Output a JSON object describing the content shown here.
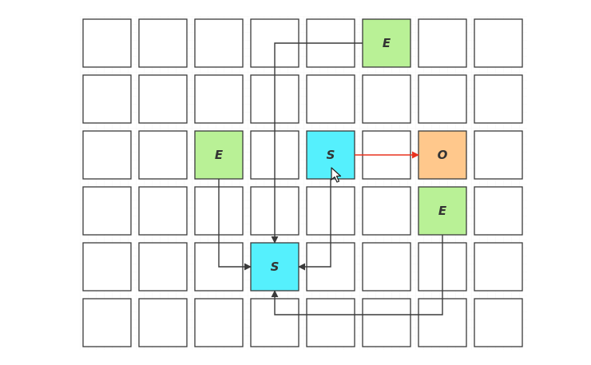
{
  "diagram": {
    "rows": 6,
    "cols": 8,
    "colors": {
      "empty": "#ffffff",
      "E": "#b9f196",
      "S": "#55f0fd",
      "O": "#ffc88c",
      "border": "#3a3a3a",
      "arrow": "#3a3a3a",
      "highlight_arrow": "#e8321e",
      "grid_background": "#f0f0f0"
    },
    "cells": [
      {
        "id": "e-top",
        "row": 0,
        "col": 5,
        "type": "E",
        "label": "E"
      },
      {
        "id": "e-left",
        "row": 2,
        "col": 2,
        "type": "E",
        "label": "E"
      },
      {
        "id": "s-upper",
        "row": 2,
        "col": 4,
        "type": "S",
        "label": "S"
      },
      {
        "id": "o-cell",
        "row": 2,
        "col": 6,
        "type": "O",
        "label": "O"
      },
      {
        "id": "e-right",
        "row": 3,
        "col": 6,
        "type": "E",
        "label": "E"
      },
      {
        "id": "s-lower",
        "row": 4,
        "col": 3,
        "type": "S",
        "label": "S"
      }
    ],
    "arrows": [
      {
        "id": "s-upper-to-o",
        "from": "s-upper",
        "to": "o-cell",
        "highlight": true
      },
      {
        "id": "e-top-to-s-lower",
        "from": "e-top",
        "to": "s-lower",
        "highlight": false
      },
      {
        "id": "e-left-to-s-lower",
        "from": "e-left",
        "to": "s-lower",
        "highlight": false
      },
      {
        "id": "s-upper-to-s-lower",
        "from": "s-upper",
        "to": "s-lower",
        "highlight": false
      },
      {
        "id": "e-right-to-s-lower",
        "from": "e-right",
        "to": "s-lower",
        "highlight": false
      }
    ],
    "cursor": {
      "icon": "mouse-pointer-icon",
      "over": "s-upper"
    }
  }
}
